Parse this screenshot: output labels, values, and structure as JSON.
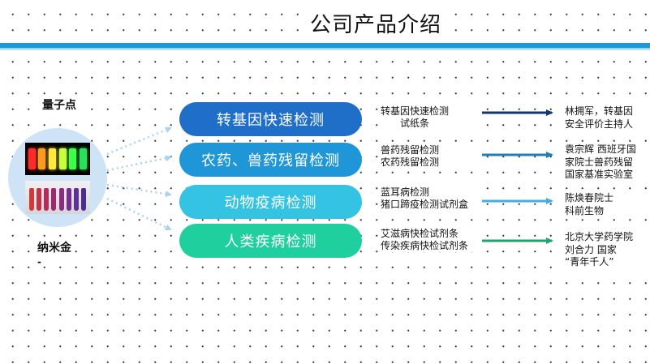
{
  "title": "公司产品介绍",
  "left": {
    "top_label": "量子点",
    "bottom_label": "纳米金",
    "bottom_label_fragment": "-"
  },
  "categories": [
    {
      "label": "转基因快速检测",
      "color": "#1f6fc8",
      "products": [
        "转基因快速检测",
        "试纸条"
      ],
      "experts": [
        "林拥军，转基因",
        "安全评价主持人"
      ],
      "arrow_color": "#12386f"
    },
    {
      "label": "农药、兽药残留检测",
      "color": "#1f96d8",
      "products": [
        "兽药残留检测",
        "农药残留检测"
      ],
      "experts": [
        "袁宗辉  西班牙国",
        "家院士兽药残留",
        "国家基准实验室"
      ],
      "arrow_color": "#1f7fb8"
    },
    {
      "label": "动物疫病检测",
      "color": "#34c3e3",
      "products": [
        "蓝耳病检测",
        "猪口蹄疫检测试剂盒"
      ],
      "experts": [
        "陈焕春院士",
        "科前生物"
      ],
      "arrow_color": "#3fb0e0"
    },
    {
      "label": "人类疾病检测",
      "color": "#1fcf9e",
      "products": [
        "艾滋病快检试剂条",
        "传染疾病快检试剂条"
      ],
      "experts": [
        "北京大学药学院",
        "刘合力   国家",
        "“青年千人”"
      ],
      "arrow_color": "#22a36a"
    }
  ]
}
